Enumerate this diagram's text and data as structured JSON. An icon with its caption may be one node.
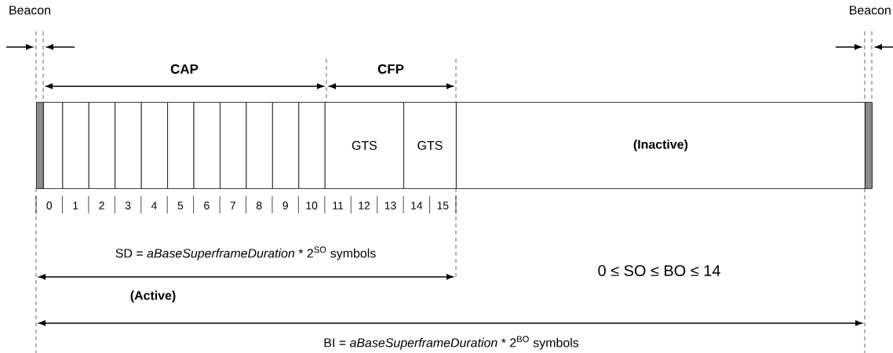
{
  "diagram": {
    "nodes": [
      {
        "text": [],
        "shape": "bar"
      },
      {
        "text": [],
        "shape": "box"
      },
      {
        "text": [],
        "shape": "box"
      },
      {
        "text": [],
        "shape": "box"
      },
      {
        "text": [],
        "shape": "box"
      },
      {
        "text": [],
        "shape": "box"
      },
      {
        "text": [],
        "shape": "box"
      },
      {
        "text": [],
        "shape": "box"
      },
      {
        "text": [],
        "shape": "box"
      },
      {
        "text": [],
        "shape": "box"
      },
      {
        "text": [],
        "shape": "box"
      },
      {
        "text": [],
        "shape": "box"
      },
      {
        "text": [
          "GTS"
        ]
      },
      {
        "text": [
          "GTS"
        ]
      },
      {
        "text": [
          "(Inactive)"
        ]
      },
      {
        "text": [],
        "shape": "bar"
      }
    ],
    "labels": [
      "Beacon",
      "Beacon",
      "CAP",
      "CFP",
      "0",
      "1",
      "2",
      "3",
      "4",
      "5",
      "6",
      "7",
      "8",
      "9",
      "10",
      "11",
      "12",
      "13",
      "14",
      "15",
      "SD = *aBaseSuperframeDuration* * 2$^{SO}$ symbols",
      "0 ≤ SO ≤ BO ≤ 14",
      "(Active)",
      "BI = *aBaseSuperframeDuration* * 2$^{BO}$ symbols"
    ]
  }
}
